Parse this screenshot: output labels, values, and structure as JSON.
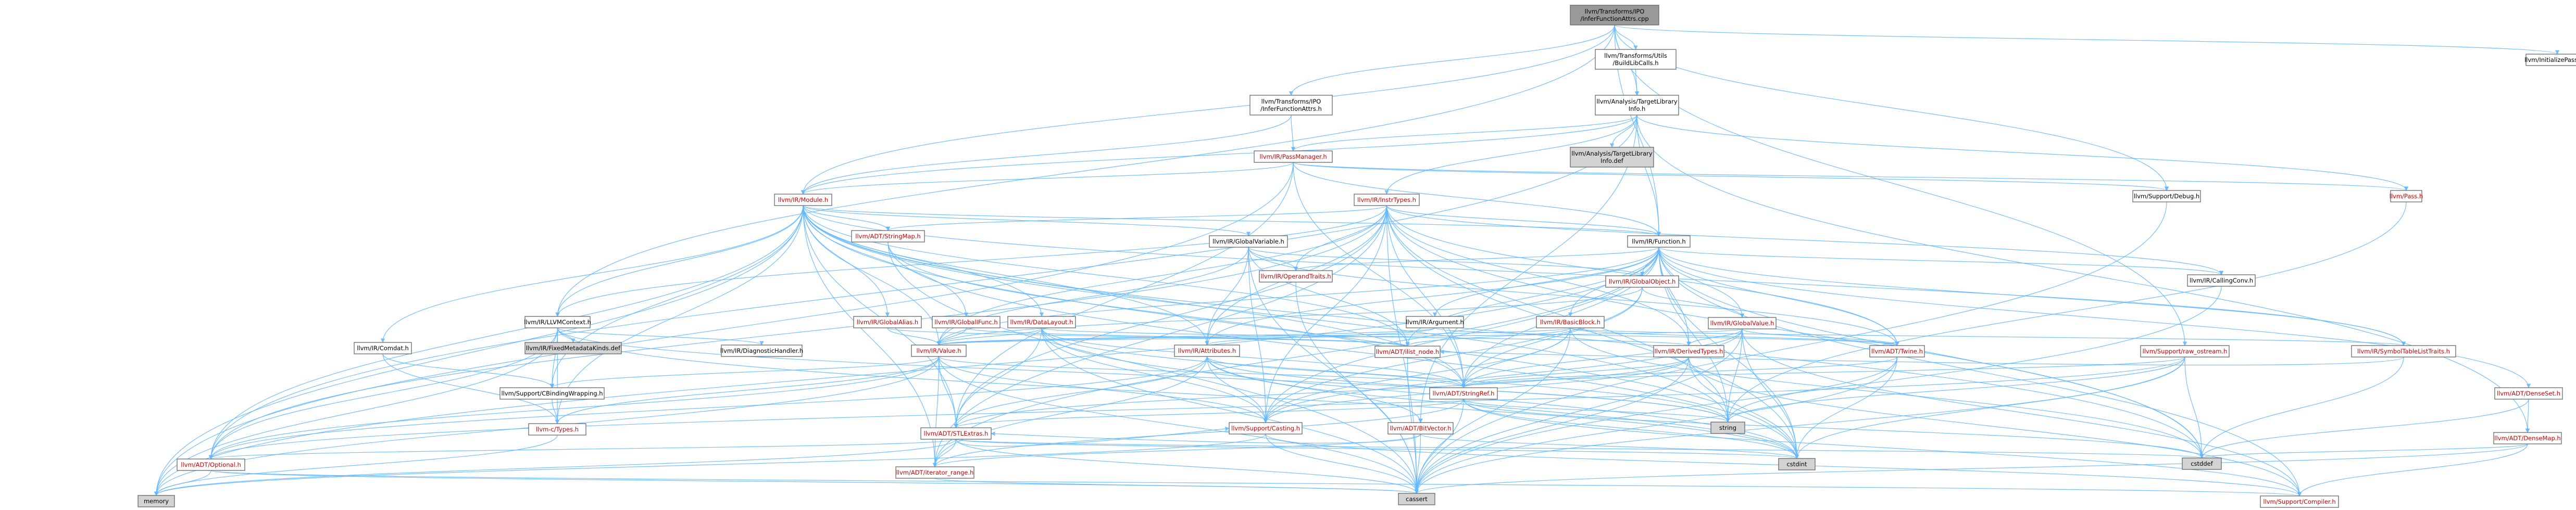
{
  "graph": {
    "type": "include-dependency-graph",
    "colors": {
      "root_fill": "#999999",
      "default_fill": "#ffffff",
      "gray_fill": "#d3d3d3",
      "red_text": "#cc0000",
      "edge": "#63b8ff",
      "border": "#666666"
    },
    "nodes": [
      {
        "id": "root",
        "lines": [
          "llvm/Transforms/IPO",
          "/InferFunctionAttrs.cpp"
        ],
        "kind": "root"
      },
      {
        "id": "buildlibcalls",
        "lines": [
          "llvm/Transforms/Utils",
          "/BuildLibCalls.h"
        ]
      },
      {
        "id": "initpasses",
        "lines": [
          "llvm/InitializePasses.h"
        ]
      },
      {
        "id": "ipo_ifa",
        "lines": [
          "llvm/Transforms/IPO",
          "/InferFunctionAttrs.h"
        ]
      },
      {
        "id": "tli",
        "lines": [
          "llvm/Analysis/TargetLibrary",
          "Info.h"
        ]
      },
      {
        "id": "tlidef",
        "lines": [
          "llvm/Analysis/TargetLibrary",
          "Info.def"
        ],
        "kind": "gray"
      },
      {
        "id": "passmanager",
        "lines": [
          "llvm/IR/PassManager.h"
        ],
        "kind": "red"
      },
      {
        "id": "pass",
        "lines": [
          "llvm/Pass.h"
        ],
        "kind": "red"
      },
      {
        "id": "debug",
        "lines": [
          "llvm/Support/Debug.h"
        ]
      },
      {
        "id": "module",
        "lines": [
          "llvm/IR/Module.h"
        ],
        "kind": "red"
      },
      {
        "id": "insttypes",
        "lines": [
          "llvm/IR/InstrTypes.h"
        ],
        "kind": "red"
      },
      {
        "id": "function",
        "lines": [
          "llvm/IR/Function.h"
        ]
      },
      {
        "id": "stringmap",
        "lines": [
          "llvm/ADT/StringMap.h"
        ],
        "kind": "red"
      },
      {
        "id": "globalvariable",
        "lines": [
          "llvm/IR/GlobalVariable.h"
        ]
      },
      {
        "id": "operandtraits",
        "lines": [
          "llvm/IR/OperandTraits.h"
        ],
        "kind": "red"
      },
      {
        "id": "globalobject",
        "lines": [
          "llvm/IR/GlobalObject.h"
        ],
        "kind": "red"
      },
      {
        "id": "callingconv",
        "lines": [
          "llvm/IR/CallingConv.h"
        ]
      },
      {
        "id": "llvmcontext",
        "lines": [
          "llvm/IR/LLVMContext.h"
        ]
      },
      {
        "id": "fixedmd",
        "lines": [
          "llvm/IR/FixedMetadataKinds.def"
        ],
        "kind": "gray"
      },
      {
        "id": "comdat",
        "lines": [
          "llvm/IR/Comdat.h"
        ]
      },
      {
        "id": "diaghandler",
        "lines": [
          "llvm/IR/DiagnosticHandler.h"
        ]
      },
      {
        "id": "globalalias",
        "lines": [
          "llvm/IR/GlobalAlias.h"
        ],
        "kind": "red"
      },
      {
        "id": "globalifunc",
        "lines": [
          "llvm/IR/GlobalIFunc.h"
        ],
        "kind": "red"
      },
      {
        "id": "datalayout",
        "lines": [
          "llvm/IR/DataLayout.h"
        ],
        "kind": "red"
      },
      {
        "id": "argument",
        "lines": [
          "llvm/IR/Argument.h"
        ]
      },
      {
        "id": "basicblock",
        "lines": [
          "llvm/IR/BasicBlock.h"
        ],
        "kind": "red"
      },
      {
        "id": "globalvalue",
        "lines": [
          "llvm/IR/GlobalValue.h"
        ],
        "kind": "red"
      },
      {
        "id": "value",
        "lines": [
          "llvm/IR/Value.h"
        ],
        "kind": "red"
      },
      {
        "id": "attributes",
        "lines": [
          "llvm/IR/Attributes.h"
        ],
        "kind": "red"
      },
      {
        "id": "ilistnode",
        "lines": [
          "llvm/ADT/ilist_node.h"
        ],
        "kind": "red"
      },
      {
        "id": "derivedtypes",
        "lines": [
          "llvm/IR/DerivedTypes.h"
        ],
        "kind": "red"
      },
      {
        "id": "twine",
        "lines": [
          "llvm/ADT/Twine.h"
        ],
        "kind": "red"
      },
      {
        "id": "rawostream",
        "lines": [
          "llvm/Support/raw_ostream.h"
        ],
        "kind": "red"
      },
      {
        "id": "symtablelist",
        "lines": [
          "llvm/IR/SymbolTableListTraits.h"
        ],
        "kind": "red"
      },
      {
        "id": "densemset",
        "lines": [
          "llvm/ADT/DenseSet.h"
        ],
        "kind": "red"
      },
      {
        "id": "densemap",
        "lines": [
          "llvm/ADT/DenseMap.h"
        ],
        "kind": "red"
      },
      {
        "id": "cbinding",
        "lines": [
          "llvm/Support/CBindingWrapping.h"
        ]
      },
      {
        "id": "ctypes",
        "lines": [
          "llvm-c/Types.h"
        ],
        "kind": "red"
      },
      {
        "id": "stringref",
        "lines": [
          "llvm/ADT/StringRef.h"
        ],
        "kind": "red"
      },
      {
        "id": "stlextras",
        "lines": [
          "llvm/ADT/STLExtras.h"
        ],
        "kind": "red"
      },
      {
        "id": "casting",
        "lines": [
          "llvm/Support/Casting.h"
        ],
        "kind": "red"
      },
      {
        "id": "bitvector",
        "lines": [
          "llvm/ADT/BitVector.h"
        ],
        "kind": "red"
      },
      {
        "id": "string",
        "lines": [
          "string"
        ],
        "kind": "gray"
      },
      {
        "id": "cstdint",
        "lines": [
          "cstdint"
        ],
        "kind": "gray"
      },
      {
        "id": "cstddef",
        "lines": [
          "cstddef"
        ],
        "kind": "gray"
      },
      {
        "id": "optional",
        "lines": [
          "llvm/ADT/Optional.h"
        ],
        "kind": "red"
      },
      {
        "id": "iterrange",
        "lines": [
          "llvm/ADT/iterator_range.h"
        ],
        "kind": "red"
      },
      {
        "id": "memory",
        "lines": [
          "memory"
        ],
        "kind": "gray"
      },
      {
        "id": "cassert",
        "lines": [
          "cassert"
        ],
        "kind": "gray"
      },
      {
        "id": "compiler",
        "lines": [
          "llvm/Support/Compiler.h"
        ],
        "kind": "red"
      }
    ],
    "edges": [
      [
        "root",
        "buildlibcalls"
      ],
      [
        "root",
        "initpasses"
      ],
      [
        "root",
        "ipo_ifa"
      ],
      [
        "root",
        "tli"
      ],
      [
        "root",
        "debug"
      ],
      [
        "root",
        "module"
      ],
      [
        "root",
        "llvmcontext"
      ],
      [
        "root",
        "function"
      ],
      [
        "root",
        "rawostream"
      ],
      [
        "buildlibcalls",
        "tli"
      ],
      [
        "ipo_ifa",
        "passmanager"
      ],
      [
        "ipo_ifa",
        "module"
      ],
      [
        "tli",
        "tlidef"
      ],
      [
        "tli",
        "passmanager"
      ],
      [
        "tli",
        "pass"
      ],
      [
        "tli",
        "insttypes"
      ],
      [
        "tli",
        "function"
      ],
      [
        "tli",
        "module"
      ],
      [
        "tli",
        "densemap"
      ],
      [
        "tli",
        "optional"
      ],
      [
        "tli",
        "bitvector"
      ],
      [
        "passmanager",
        "module"
      ],
      [
        "passmanager",
        "function"
      ],
      [
        "passmanager",
        "pass"
      ],
      [
        "passmanager",
        "stlextras"
      ],
      [
        "passmanager",
        "stringref"
      ],
      [
        "passmanager",
        "memory"
      ],
      [
        "passmanager",
        "debug"
      ],
      [
        "module",
        "stringmap"
      ],
      [
        "module",
        "globalvariable"
      ],
      [
        "module",
        "function"
      ],
      [
        "module",
        "llvmcontext"
      ],
      [
        "module",
        "comdat"
      ],
      [
        "module",
        "globalalias"
      ],
      [
        "module",
        "globalifunc"
      ],
      [
        "module",
        "datalayout"
      ],
      [
        "module",
        "attributes"
      ],
      [
        "module",
        "value"
      ],
      [
        "module",
        "cbinding"
      ],
      [
        "module",
        "ctypes"
      ],
      [
        "module",
        "stringref"
      ],
      [
        "module",
        "stlextras"
      ],
      [
        "module",
        "optional"
      ],
      [
        "module",
        "iterrange"
      ],
      [
        "module",
        "memory"
      ],
      [
        "module",
        "symtablelist"
      ],
      [
        "module",
        "string"
      ],
      [
        "module",
        "cstddef"
      ],
      [
        "module",
        "cstdint"
      ],
      [
        "module",
        "ilistnode"
      ],
      [
        "insttypes",
        "function"
      ],
      [
        "insttypes",
        "operandtraits"
      ],
      [
        "insttypes",
        "value"
      ],
      [
        "insttypes",
        "attributes"
      ],
      [
        "insttypes",
        "derivedtypes"
      ],
      [
        "insttypes",
        "callingconv"
      ],
      [
        "insttypes",
        "stringmap"
      ],
      [
        "insttypes",
        "stringref"
      ],
      [
        "insttypes",
        "stlextras"
      ],
      [
        "insttypes",
        "twine"
      ],
      [
        "insttypes",
        "casting"
      ],
      [
        "insttypes",
        "optional"
      ],
      [
        "insttypes",
        "iterrange"
      ],
      [
        "insttypes",
        "llvmcontext"
      ],
      [
        "insttypes",
        "cstddef"
      ],
      [
        "insttypes",
        "cstdint"
      ],
      [
        "insttypes",
        "cassert"
      ],
      [
        "insttypes",
        "string"
      ],
      [
        "globalvariable",
        "globalobject"
      ],
      [
        "globalvariable",
        "operandtraits"
      ],
      [
        "globalvariable",
        "value"
      ],
      [
        "globalvariable",
        "attributes"
      ],
      [
        "globalvariable",
        "ilistnode"
      ],
      [
        "globalvariable",
        "twine"
      ],
      [
        "globalvariable",
        "casting"
      ],
      [
        "globalvariable",
        "cassert"
      ],
      [
        "function",
        "globalobject"
      ],
      [
        "function",
        "callingconv"
      ],
      [
        "function",
        "argument"
      ],
      [
        "function",
        "basicblock"
      ],
      [
        "function",
        "symtablelist"
      ],
      [
        "function",
        "attributes"
      ],
      [
        "function",
        "derivedtypes"
      ],
      [
        "function",
        "globalvalue"
      ],
      [
        "function",
        "operandtraits"
      ],
      [
        "function",
        "value"
      ],
      [
        "function",
        "ilistnode"
      ],
      [
        "function",
        "stringref"
      ],
      [
        "function",
        "twine"
      ],
      [
        "function",
        "densemset"
      ],
      [
        "function",
        "cstddef"
      ],
      [
        "function",
        "cstdint"
      ],
      [
        "function",
        "memory"
      ],
      [
        "function",
        "string"
      ],
      [
        "function",
        "iterrange"
      ],
      [
        "function",
        "casting"
      ],
      [
        "function",
        "compiler"
      ],
      [
        "globalobject",
        "globalvalue"
      ],
      [
        "globalobject",
        "value"
      ],
      [
        "globalobject",
        "stringref"
      ],
      [
        "globalobject",
        "casting"
      ],
      [
        "globalvalue",
        "derivedtypes"
      ],
      [
        "globalvalue",
        "value"
      ],
      [
        "globalvalue",
        "twine"
      ],
      [
        "globalvalue",
        "casting"
      ],
      [
        "globalvalue",
        "stringref"
      ],
      [
        "globalvalue",
        "cassert"
      ],
      [
        "globalvalue",
        "cstdint"
      ],
      [
        "globalvalue",
        "string"
      ],
      [
        "globalvalue",
        "compiler"
      ],
      [
        "basicblock",
        "ilistnode"
      ],
      [
        "basicblock",
        "symtablelist"
      ],
      [
        "basicblock",
        "value"
      ],
      [
        "basicblock",
        "twine"
      ],
      [
        "basicblock",
        "stringref"
      ],
      [
        "basicblock",
        "casting"
      ],
      [
        "basicblock",
        "cassert"
      ],
      [
        "basicblock",
        "cstddef"
      ],
      [
        "argument",
        "value"
      ],
      [
        "argument",
        "attributes"
      ],
      [
        "argument",
        "twine"
      ],
      [
        "llvmcontext",
        "fixedmd"
      ],
      [
        "llvmcontext",
        "diaghandler"
      ],
      [
        "llvmcontext",
        "cbinding"
      ],
      [
        "llvmcontext",
        "ctypes"
      ],
      [
        "llvmcontext",
        "memory"
      ],
      [
        "llvmcontext",
        "string"
      ],
      [
        "llvmcontext",
        "cstdint"
      ],
      [
        "llvmcontext",
        "optional"
      ],
      [
        "comdat",
        "cbinding"
      ],
      [
        "comdat",
        "ctypes"
      ],
      [
        "globalalias",
        "value"
      ],
      [
        "globalalias",
        "ilistnode"
      ],
      [
        "globalifunc",
        "value"
      ],
      [
        "globalifunc",
        "ilistnode"
      ],
      [
        "datalayout",
        "value"
      ],
      [
        "datalayout",
        "derivedtypes"
      ],
      [
        "datalayout",
        "stringref"
      ],
      [
        "datalayout",
        "casting"
      ],
      [
        "datalayout",
        "string"
      ],
      [
        "datalayout",
        "cassert"
      ],
      [
        "datalayout",
        "cstdint"
      ],
      [
        "datalayout",
        "stlextras"
      ],
      [
        "value",
        "cbinding"
      ],
      [
        "value",
        "ctypes"
      ],
      [
        "value",
        "stringref"
      ],
      [
        "value",
        "stlextras"
      ],
      [
        "value",
        "casting"
      ],
      [
        "value",
        "iterrange"
      ],
      [
        "value",
        "memory"
      ],
      [
        "value",
        "cassert"
      ],
      [
        "value",
        "optional"
      ],
      [
        "attributes",
        "stringref"
      ],
      [
        "attributes",
        "stlextras"
      ],
      [
        "attributes",
        "optional"
      ],
      [
        "attributes",
        "iterrange"
      ],
      [
        "attributes",
        "casting"
      ],
      [
        "attributes",
        "cstdint"
      ],
      [
        "attributes",
        "string"
      ],
      [
        "attributes",
        "bitvector"
      ],
      [
        "derivedtypes",
        "stringref"
      ],
      [
        "derivedtypes",
        "stlextras"
      ],
      [
        "derivedtypes",
        "casting"
      ],
      [
        "derivedtypes",
        "cassert"
      ],
      [
        "derivedtypes",
        "cstdint"
      ],
      [
        "derivedtypes",
        "compiler"
      ],
      [
        "twine",
        "stringref"
      ],
      [
        "twine",
        "cassert"
      ],
      [
        "twine",
        "cstdint"
      ],
      [
        "twine",
        "string"
      ],
      [
        "rawostream",
        "stringref"
      ],
      [
        "rawostream",
        "cassert"
      ],
      [
        "rawostream",
        "cstddef"
      ],
      [
        "rawostream",
        "cstdint"
      ],
      [
        "rawostream",
        "string"
      ],
      [
        "rawostream",
        "optional"
      ],
      [
        "symtablelist",
        "ilistnode"
      ],
      [
        "symtablelist",
        "cstddef"
      ],
      [
        "densemset",
        "densemap"
      ],
      [
        "densemset",
        "cstddef"
      ],
      [
        "densemap",
        "cassert"
      ],
      [
        "densemap",
        "cstddef"
      ],
      [
        "densemap",
        "compiler"
      ],
      [
        "cbinding",
        "ctypes"
      ],
      [
        "ctypes",
        "memory"
      ],
      [
        "stringref",
        "stlextras"
      ],
      [
        "stringref",
        "iterrange"
      ],
      [
        "stringref",
        "compiler"
      ],
      [
        "stringref",
        "cassert"
      ],
      [
        "stringref",
        "cstddef"
      ],
      [
        "stringref",
        "string"
      ],
      [
        "stringref",
        "cstdint"
      ],
      [
        "stlextras",
        "optional"
      ],
      [
        "stlextras",
        "iterrange"
      ],
      [
        "stlextras",
        "casting"
      ],
      [
        "stlextras",
        "cassert"
      ],
      [
        "stlextras",
        "cstddef"
      ],
      [
        "stlextras",
        "cstdint"
      ],
      [
        "stlextras",
        "memory"
      ],
      [
        "casting",
        "cassert"
      ],
      [
        "casting",
        "memory"
      ],
      [
        "casting",
        "compiler"
      ],
      [
        "bitvector",
        "cassert"
      ],
      [
        "bitvector",
        "cstdint"
      ],
      [
        "bitvector",
        "iterrange"
      ],
      [
        "bitvector",
        "stlextras"
      ],
      [
        "optional",
        "cassert"
      ],
      [
        "optional",
        "memory"
      ],
      [
        "optional",
        "compiler"
      ],
      [
        "iterrange",
        "cassert"
      ],
      [
        "stringmap",
        "stringref"
      ],
      [
        "stringmap",
        "cassert"
      ],
      [
        "stringmap",
        "cstdint"
      ],
      [
        "operandtraits",
        "cassert"
      ],
      [
        "ilistnode",
        "cassert"
      ],
      [
        "debug",
        "cassert"
      ],
      [
        "pass",
        "string"
      ],
      [
        "callingconv",
        "cassert"
      ]
    ]
  }
}
